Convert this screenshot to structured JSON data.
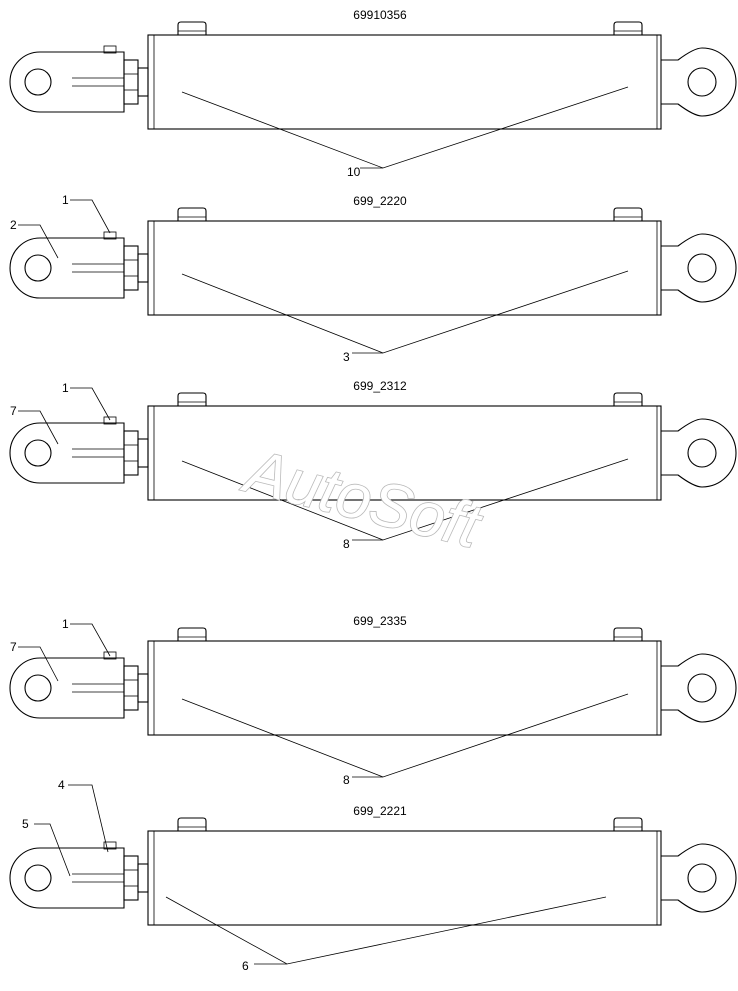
{
  "watermark": "AutoSoft",
  "cylinders": [
    {
      "part_number": "69910356",
      "leaders": [
        {
          "label": "10"
        }
      ]
    },
    {
      "part_number": "699_2220",
      "leaders": [
        {
          "label": "1"
        },
        {
          "label": "2"
        },
        {
          "label": "3"
        }
      ]
    },
    {
      "part_number": "699_2312",
      "leaders": [
        {
          "label": "1"
        },
        {
          "label": "7"
        },
        {
          "label": "8"
        }
      ]
    },
    {
      "part_number": "699_2335",
      "leaders": [
        {
          "label": "1"
        },
        {
          "label": "7"
        },
        {
          "label": "8"
        }
      ]
    },
    {
      "part_number": "699_2221",
      "leaders": [
        {
          "label": "4"
        },
        {
          "label": "5"
        },
        {
          "label": "6"
        }
      ]
    }
  ]
}
